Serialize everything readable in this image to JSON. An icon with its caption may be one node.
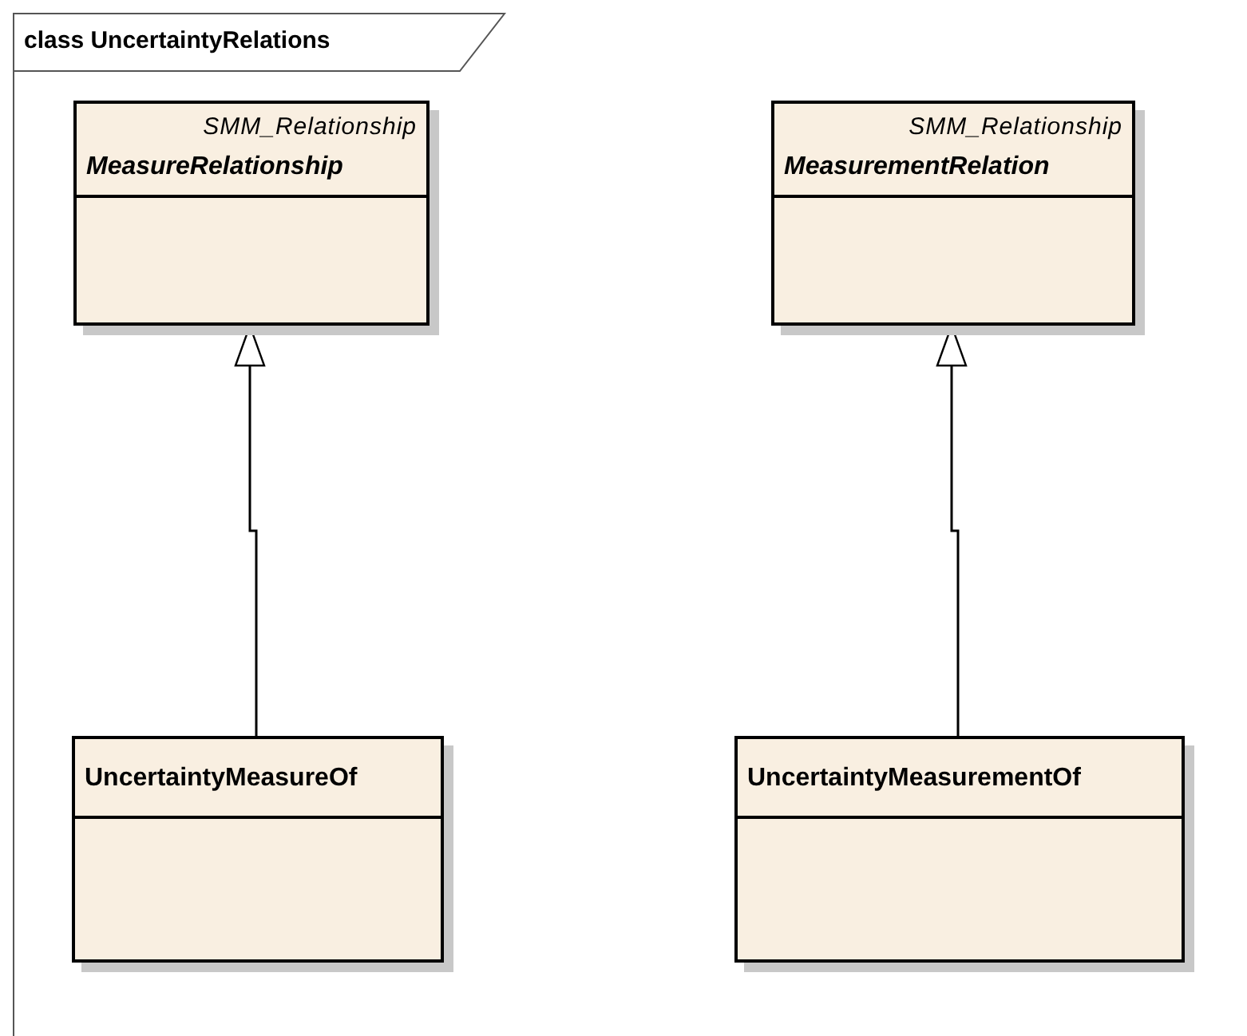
{
  "diagram": {
    "nodes": [
      {
        "text": [
          "class UncertaintyRelations"
        ]
      },
      {
        "text": [
          "SMM_Relationship",
          "MeasureRelationship"
        ],
        "in": 0
      },
      {
        "text": [
          "SMM_Relationship",
          "MeasurementRelation"
        ],
        "in": 0
      },
      {
        "text": [
          "UncertaintyMeasureOf"
        ],
        "in": 0
      },
      {
        "text": [
          "UncertaintyMeasurementOf"
        ],
        "in": 0
      }
    ],
    "edges": [
      {
        "from": 3,
        "to": 1,
        "arrow": "to"
      },
      {
        "from": 4,
        "to": 2,
        "arrow": "to"
      }
    ]
  }
}
